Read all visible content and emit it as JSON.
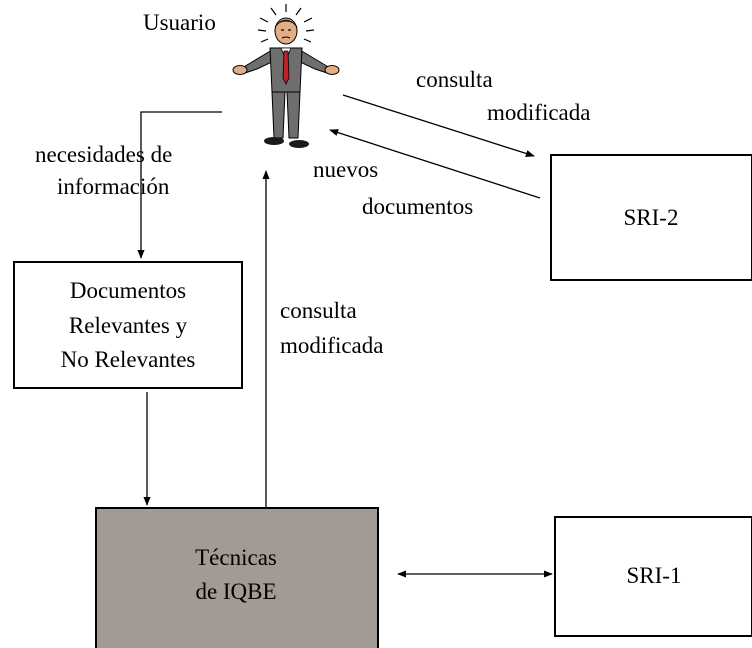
{
  "user": {
    "label": "Usuario",
    "icon": "person-shrugging-icon"
  },
  "labels": {
    "needs_line1": "necesidades de",
    "needs_line2": "información",
    "query_mod_top_line1": "consulta",
    "query_mod_top_line2": "modificada",
    "new_docs_line1": "nuevos",
    "new_docs_line2": "documentos",
    "query_mod_mid_line1": "consulta",
    "query_mod_mid_line2": "modificada"
  },
  "boxes": {
    "sri2": "SRI-2",
    "docs_line1": "Documentos",
    "docs_line2": "Relevantes y",
    "docs_line3": "No Relevantes",
    "iqbe_line1": "Técnicas",
    "iqbe_line2": "de IQBE",
    "sri1": "SRI-1"
  },
  "colors": {
    "iqbe_fill": "#a49a94",
    "suit": "#6e6e6e",
    "tie": "#c0202a"
  }
}
